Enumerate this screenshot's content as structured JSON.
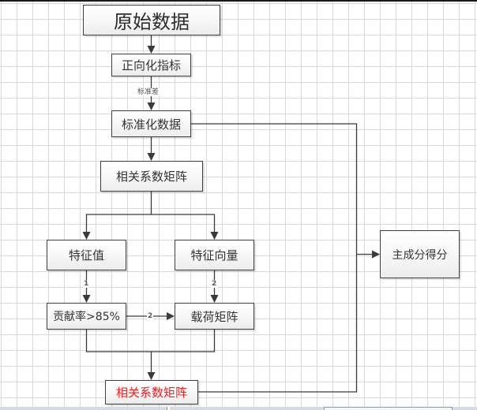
{
  "diagram": {
    "nodes": {
      "raw_data": "原始数据",
      "positive_indicators": "正向化指标",
      "standardized_data": "标准化数据",
      "correlation_matrix": "相关系数矩阵",
      "eigenvalues": "特征值",
      "eigenvectors": "特征向量",
      "contribution_rate": "贡献率>85%",
      "loading_matrix": "载荷矩阵",
      "correlation_matrix_result": "相关系数矩阵",
      "principal_component_score": "主成分得分"
    },
    "edge_labels": {
      "positive_to_standardized": "标准差",
      "eigenvalues_to_contribution": "1",
      "eigenvectors_to_loading": "2",
      "contribution_to_loading": "2"
    },
    "colors": {
      "highlight_text": "#ff1a1a",
      "node_border": "#3f3f3f",
      "connector": "#3a3a3a",
      "grid": "#d9d9d9"
    }
  }
}
